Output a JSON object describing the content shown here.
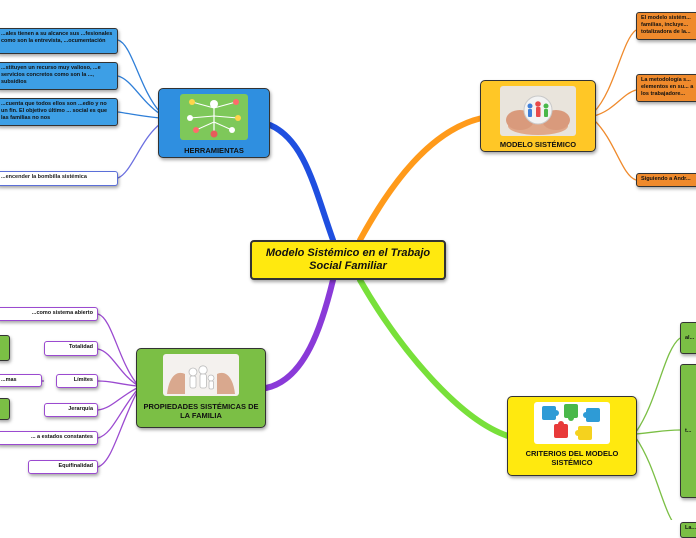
{
  "center": {
    "label": "Modelo Sistémico  en el Trabajo Social Familiar"
  },
  "herramientas": {
    "title": "HERRAMIENTAS",
    "items": [
      "...ales tienen a su alcance sus ...fesionales como son la entrevista, ...ocumentación",
      "...stituyen un recurso muy valioso, ...e servicios concretos como son la ..., subsidios",
      "...cuenta que todos ellos son ...edio y no un fin. El objetivo último ... social es que las familias no nos",
      "...encender la bombilla sistémica"
    ]
  },
  "modelo": {
    "title": "MODELO  SISTÉMICO",
    "items": [
      "El modelo sistém... familias, incluye... totalizadora de la...",
      "La metodología s... elementos en su... a los trabajadore...",
      "Siguiendo a Andr..."
    ]
  },
  "propiedades": {
    "title": "PROPIEDADES SISTÉMICAS DE LA FAMILIA",
    "items": [
      "...como sistema abierto",
      "Totalidad",
      "Límites",
      "Jerarquía",
      "... a estados constantes",
      "Equifinalidad"
    ],
    "extra": "...mas"
  },
  "criterios": {
    "title": "CRITERIOS DEL MODELO SISTÉMICO",
    "items": [
      "al...",
      "t...",
      "La..."
    ]
  },
  "colors": {
    "herramientas": "#2f8fe0",
    "modelo": "#ffc726",
    "propiedades": "#7bbf45",
    "criterios": "#ffe90f",
    "center": "#ffe90f"
  }
}
